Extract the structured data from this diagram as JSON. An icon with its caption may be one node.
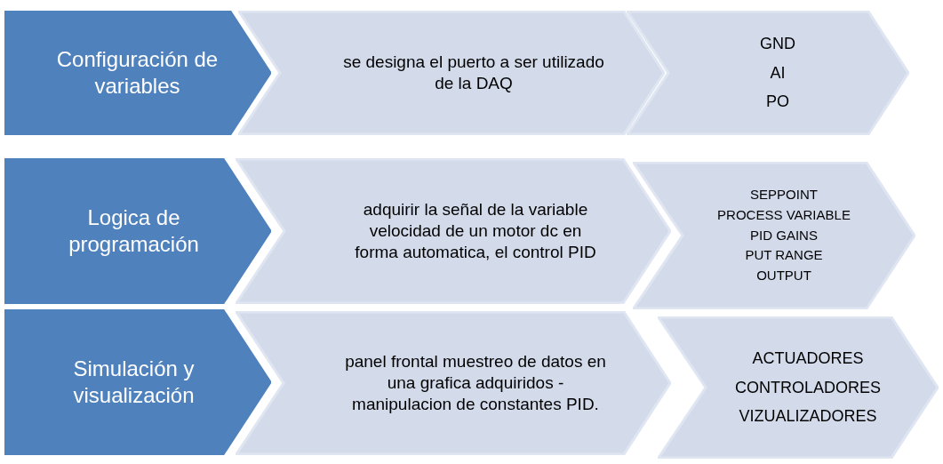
{
  "diagram": {
    "nodes": [
      {
        "text": [
          "Configuración de variables"
        ]
      },
      {
        "text": [
          "se designa el puerto a ser utilizado de la DAQ"
        ]
      },
      {
        "text": [
          "GND",
          "AI",
          "PO"
        ]
      },
      {
        "text": [
          "Logica de programación"
        ]
      },
      {
        "text": [
          "adquirir la señal de la variable velocidad de un motor dc en forma automatica, el control PID"
        ]
      },
      {
        "text": [
          "SEPPOINT",
          "PROCESS VARIABLE",
          "PID GAINS",
          "PUT RANGE",
          "OUTPUT"
        ]
      },
      {
        "text": [
          "Simulación y visualización"
        ]
      },
      {
        "text": [
          "panel frontal muestreo de datos en una grafica adquiridos - manipulacion de constantes PID."
        ]
      },
      {
        "text": [
          "ACTUADORES",
          "CONTROLADORES",
          "VIZUALIZADORES"
        ]
      }
    ]
  }
}
